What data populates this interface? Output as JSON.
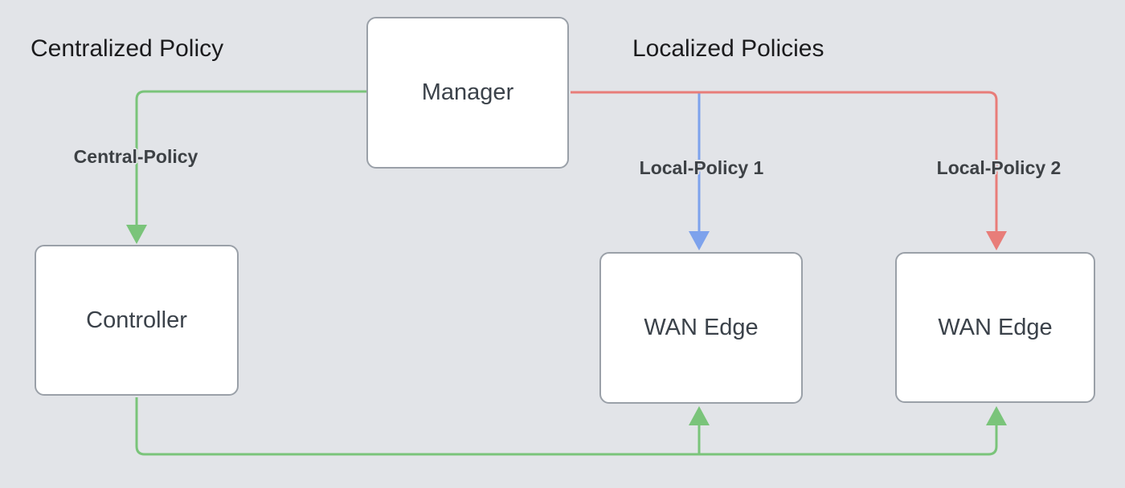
{
  "colors": {
    "background": "#e2e4e8",
    "node_fill": "#ffffff",
    "node_border": "#9aa0a8",
    "node_text": "#3b424a",
    "heading_text": "#1b1b1d",
    "edge_label_text": "#3d4145",
    "green": "#7ac47a",
    "blue": "#7da2ec",
    "red": "#e87d79"
  },
  "headings": {
    "left": "Centralized Policy",
    "right": "Localized Policies"
  },
  "nodes": {
    "manager": {
      "label": "Manager"
    },
    "controller": {
      "label": "Controller"
    },
    "wan_edge_1": {
      "label": "WAN Edge"
    },
    "wan_edge_2": {
      "label": "WAN Edge"
    }
  },
  "edges": {
    "central_policy": {
      "label": "Central-Policy",
      "from": "Manager",
      "to": "Controller",
      "color": "#7ac47a"
    },
    "local_policy_1": {
      "label": "Local-Policy 1",
      "from": "Manager",
      "to": "WAN Edge (left)",
      "color": "#7da2ec"
    },
    "local_policy_2": {
      "label": "Local-Policy 2",
      "from": "Manager",
      "to": "WAN Edge (right)",
      "color": "#e87d79"
    },
    "controller_to_wan_edges": {
      "label": "",
      "from": "Controller",
      "to": "Both WAN Edge nodes",
      "color": "#7ac47a"
    }
  }
}
